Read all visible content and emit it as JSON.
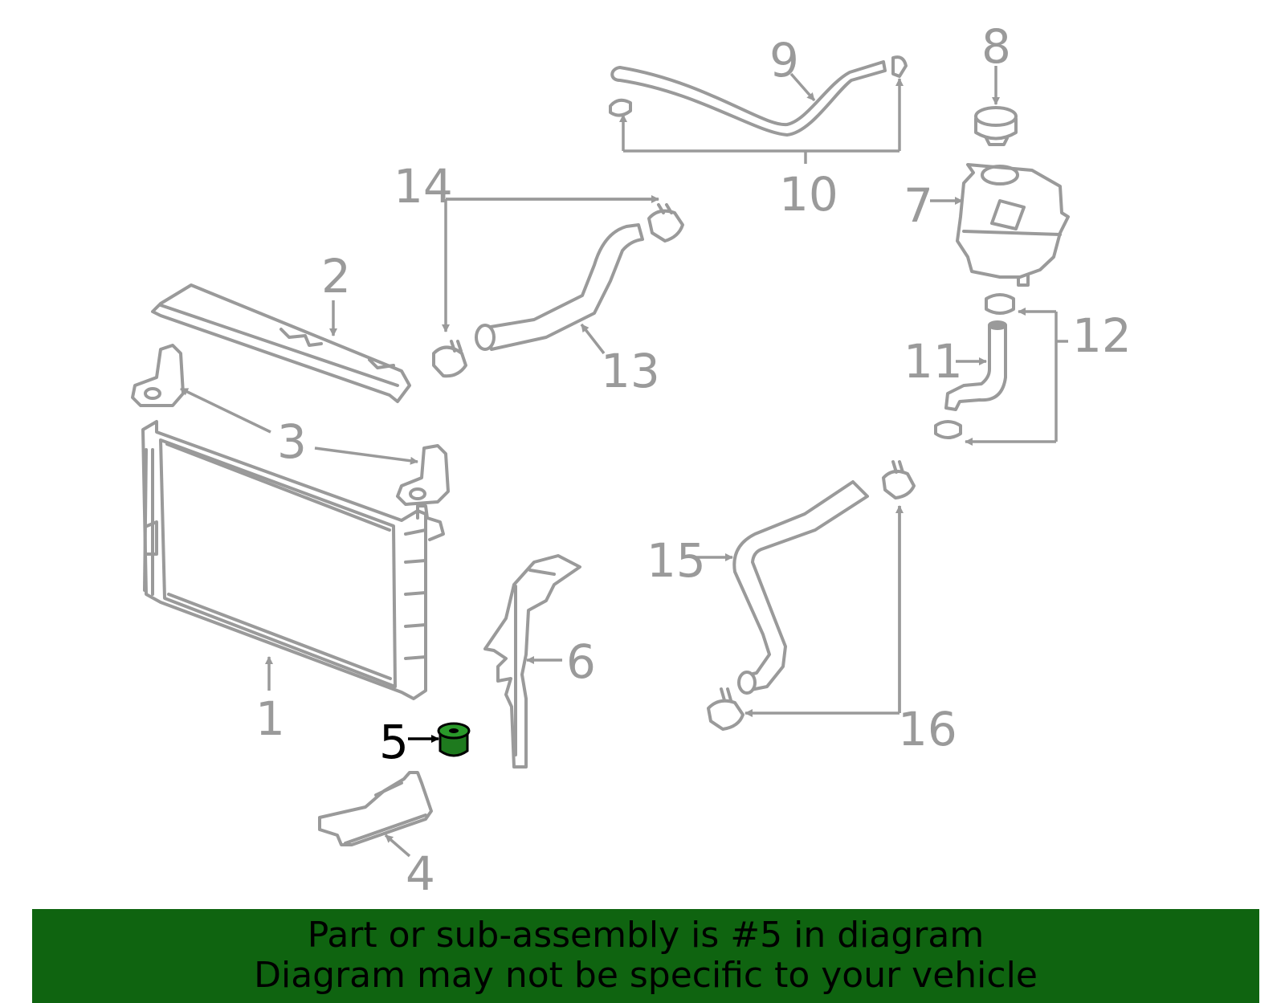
{
  "diagram": {
    "highlighted_part": "5",
    "colors": {
      "line": "#9a9a9a",
      "highlight_part": "#1e7a1e",
      "highlight_label": "#000000",
      "banner_bg": "#0f6410"
    },
    "callouts": [
      {
        "id": "c1",
        "label": "1"
      },
      {
        "id": "c2",
        "label": "2"
      },
      {
        "id": "c3",
        "label": "3"
      },
      {
        "id": "c4",
        "label": "4"
      },
      {
        "id": "c5",
        "label": "5"
      },
      {
        "id": "c6",
        "label": "6"
      },
      {
        "id": "c7",
        "label": "7"
      },
      {
        "id": "c8",
        "label": "8"
      },
      {
        "id": "c9",
        "label": "9"
      },
      {
        "id": "c10",
        "label": "10"
      },
      {
        "id": "c11",
        "label": "11"
      },
      {
        "id": "c12",
        "label": "12"
      },
      {
        "id": "c13",
        "label": "13"
      },
      {
        "id": "c14",
        "label": "14"
      },
      {
        "id": "c15",
        "label": "15"
      },
      {
        "id": "c16",
        "label": "16"
      }
    ]
  },
  "banner": {
    "line1": "Part or sub-assembly is #5 in diagram",
    "line2": "Diagram may not be specific to your vehicle"
  }
}
